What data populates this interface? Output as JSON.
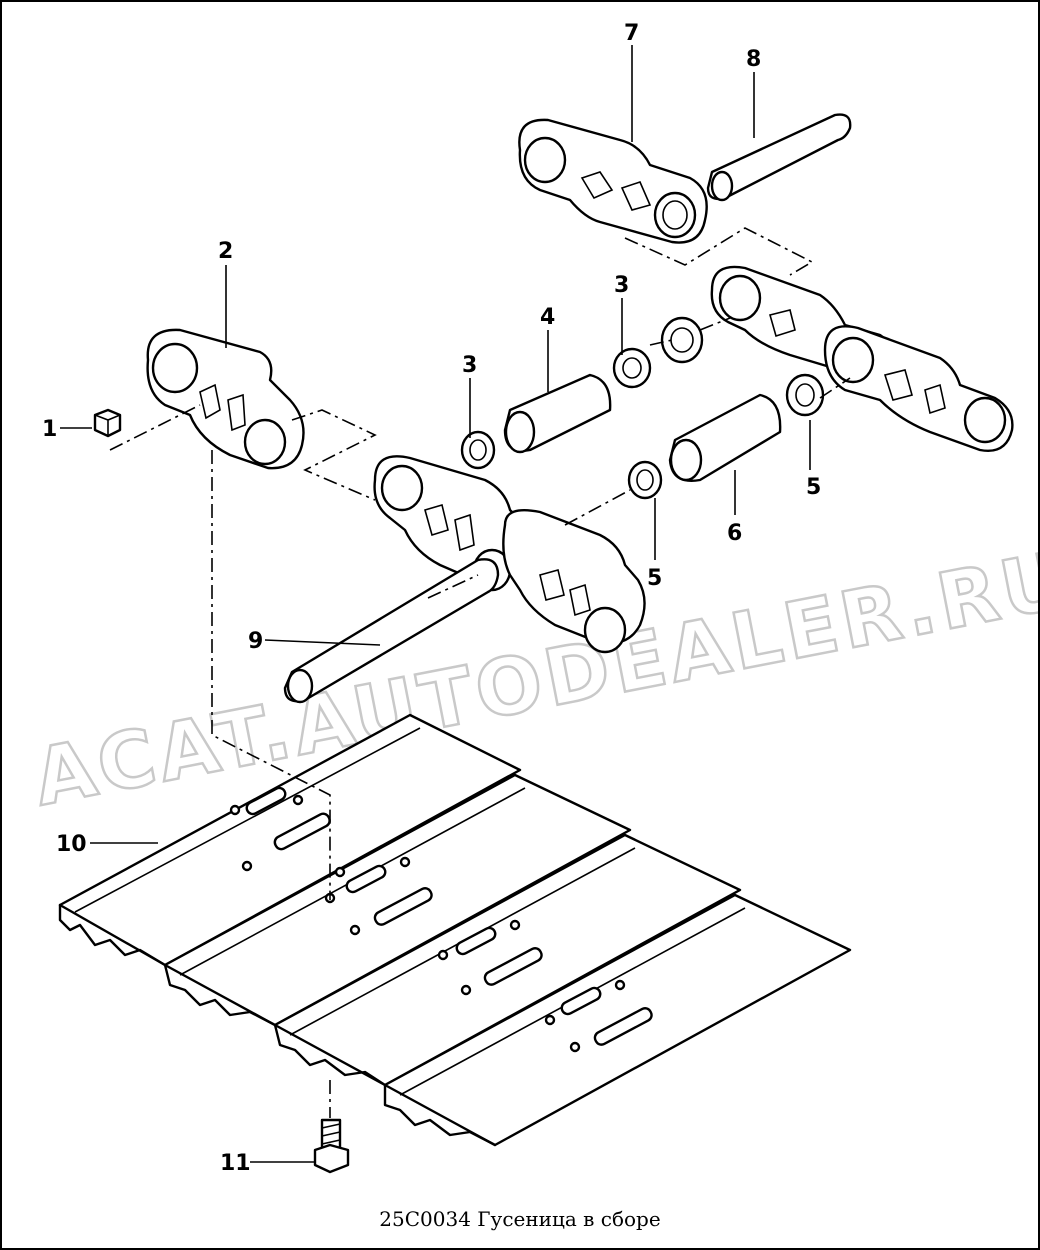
{
  "caption": "25C0034 Гусеница в сборе",
  "watermark": "ACAT.AUTODEALER.RU",
  "callouts": {
    "c1": "1",
    "c2": "2",
    "c3a": "3",
    "c3b": "3",
    "c4": "4",
    "c5a": "5",
    "c5b": "5",
    "c6": "6",
    "c7": "7",
    "c8": "8",
    "c9": "9",
    "c10": "10",
    "c11": "11"
  },
  "colors": {
    "line": "#000000",
    "background": "#ffffff",
    "watermark": "#c9c9c9"
  }
}
